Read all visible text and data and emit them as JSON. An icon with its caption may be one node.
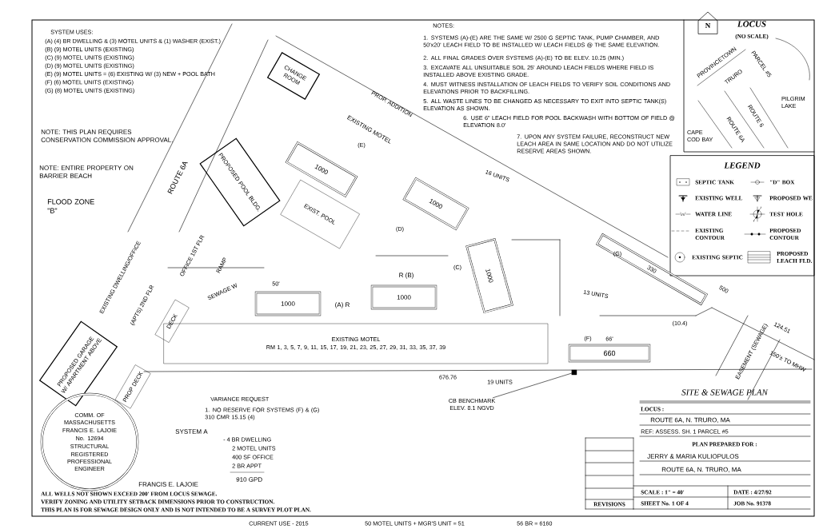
{
  "diagram": {
    "title": "SITE & SEWAGE PLAN",
    "nodes": [
      {
        "text": [
          "PROPOSED POOL BLDG."
        ]
      },
      {
        "text": [
          "CHANGE ROOM"
        ]
      },
      {
        "text": [
          "EXIST. POOL"
        ]
      },
      {
        "text": [
          "1000"
        ]
      },
      {
        "text": [
          "1000"
        ]
      },
      {
        "text": [
          "1000"
        ]
      },
      {
        "text": [
          "1000"
        ]
      },
      {
        "text": [
          "1000"
        ]
      },
      {
        "text": [
          "660"
        ]
      },
      {
        "text": [
          "330"
        ]
      },
      {
        "text": [
          "EXISTING MOTEL",
          "RM 1, 3, 5, 7, 9, 11, 15, 17, 19, 21, 23, 25, 27, 29, 31, 33, 35, 37, 39"
        ]
      },
      {
        "text": [
          "PROPOSED GARAGE W/ APARTMENT ABOVE"
        ]
      },
      {
        "text": [
          "DECK"
        ]
      },
      {
        "text": [
          "PROP DECK"
        ]
      },
      {
        "text": [],
        "shape": "box"
      },
      {
        "text": [
          "CB BENCHMARK ELEV. 8.1 NGVD"
        ]
      },
      {
        "text": [
          "COMM. OF MASSACHUSETTS",
          "FRANCIS E. LAJOIE",
          "No. 12694",
          "STRUCTURAL",
          "REGISTERED PROFESSIONAL ENGINEER"
        ]
      }
    ],
    "edges": [
      {
        "from": 15,
        "to": 14,
        "arrow": "none"
      }
    ],
    "labels": [
      "SYSTEM USES:",
      "(A) (4) BR DWELLING & (3) MOTEL UNITS & (1) WASHER (EXIST.)",
      "(B) (9) MOTEL UNITS (EXISTING)",
      "(C) (9) MOTEL UNITS (EXISTING)",
      "(D) (9) MOTEL UNITS (EXISTING)",
      "(E) (9) MOTEL UNITS = (6) EXISTING W/ (3) NEW + POOL BATH",
      "(F) (6) MOTEL UNITS (EXISTING)",
      "(G) (8) MOTEL UNITS (EXISTING)",
      "NOTE: THIS PLAN REQUIRES CONSERVATION COMMISSION APPROVAL.",
      "NOTE: ENTIRE PROPERTY ON BARRIER BEACH",
      "FLOOD ZONE \"B\"",
      "ROUTE 6A",
      "NOTES:",
      "1. SYSTEMS (A)-(E) ARE THE SAME W/ 2500 G SEPTIC TANK, PUMP CHAMBER, AND 50'x20' LEACH FIELD TO BE INSTALLED W/ LEACH FIELDS @ THE SAME ELEVATION.",
      "2. ALL FINAL GRADES OVER SYSTEMS (A)-(E) TO BE ELEV. 10.25 (MIN.)",
      "3. EXCAVATE ALL UNSUITABLE SOIL 25' AROUND LEACH FIELDS WHERE FIELD IS INSTALLED ABOVE EXISTING GRADE.",
      "4. MUST WITNESS INSTALLATION OF LEACH FIELDS TO VERIFY SOIL CONDITIONS AND ELEVATIONS PRIOR TO BACKFILLING.",
      "5. ALL WASTE LINES TO BE CHANGED AS NECESSARY TO EXIT INTO SEPTIC TANK(S) ELEVATION AS SHOWN.",
      "6. USE 6\" LEACH FIELD FOR POOL BACKWASH WITH BOTTOM OF FIELD @ ELEVATION 8.0'",
      "7. UPON ANY SYSTEM FAILURE, RECONSTRUCT NEW LEACH AREA IN SAME LOCATION AND DO NOT UTILIZE RESERVE AREAS SHOWN.",
      "LOCUS",
      "(NO SCALE)",
      "N",
      "PROVINCETOWN",
      "TRURO",
      "PARCEL #5",
      "ROUTE 6",
      "ROUTE 6A",
      "PILGRIM LAKE",
      "CAPE COD BAY",
      "LEGEND",
      "PROP. ADDITION",
      "EXISTING MOTEL",
      "16 UNITS",
      "13 UNITS",
      "19 UNITS",
      "EXISTING DWELLING/OFFICE",
      "OFFICE 1ST FLR",
      "(APTS) 2ND FLR",
      "RAMP",
      "SEWAGE W",
      "50'",
      "66'",
      "(A) R",
      "R (B)",
      "(C)",
      "(E)",
      "(D)",
      "(F)",
      "(G)",
      "676.76",
      "124.51",
      "(10.4)",
      "EASEMENT (SEWAGE)",
      "150'± TO MHW",
      "500",
      "VARIANCE REQUEST",
      "1. NO RESERVE FOR SYSTEMS (F) & (G) 310 CMR 15.15 (4)",
      "SYSTEM A",
      "- 4 BR DWELLING",
      "2 MOTEL UNITS",
      "400 SF OFFICE",
      "2 BR APPT",
      "910 GPD",
      "FRANCIS E. LAJOIE",
      "ALL WELLS NOT SHOWN EXCEED 200' FROM LOCUS SEWAGE.",
      "VERIFY ZONING AND UTILITY SETBACK DIMENSIONS PRIOR TO CONSTRUCTION.",
      "THIS PLAN IS FOR SEWAGE DESIGN ONLY AND IS NOT INTENDED TO BE A SURVEY PLOT PLAN.",
      "CURRENT USE - 2015",
      "50 MOTEL UNITS + MGR'S UNIT = 51",
      "56 BR = 6160",
      "LOCUS :",
      "ROUTE 6A, N. TRURO, MA",
      "REF: ASSESS. SH. 1 PARCEL #5",
      "PLAN PREPARED FOR :",
      "JERRY & MARIA KULIOPULOS",
      "ROUTE 6A, N. TRURO, MA",
      "SCALE : 1\" = 40'",
      "DATE : 4/27/92",
      "REVISIONS",
      "SHEET No. 1 OF 4",
      "JOB No. 91378"
    ],
    "legend": [
      {
        "text": "SEPTIC TANK"
      },
      {
        "text": "\"D\" BOX"
      },
      {
        "text": "EXISTING WELL"
      },
      {
        "text": "PROPOSED WE"
      },
      {
        "text": "WATER LINE"
      },
      {
        "text": "TEST HOLE"
      },
      {
        "text": "EXISTING CONTOUR"
      },
      {
        "text": "PROPOSED CONTOUR"
      },
      {
        "text": "EXISTING SEPTIC"
      },
      {
        "text": "PROPOSED LEACH FLD."
      }
    ]
  }
}
